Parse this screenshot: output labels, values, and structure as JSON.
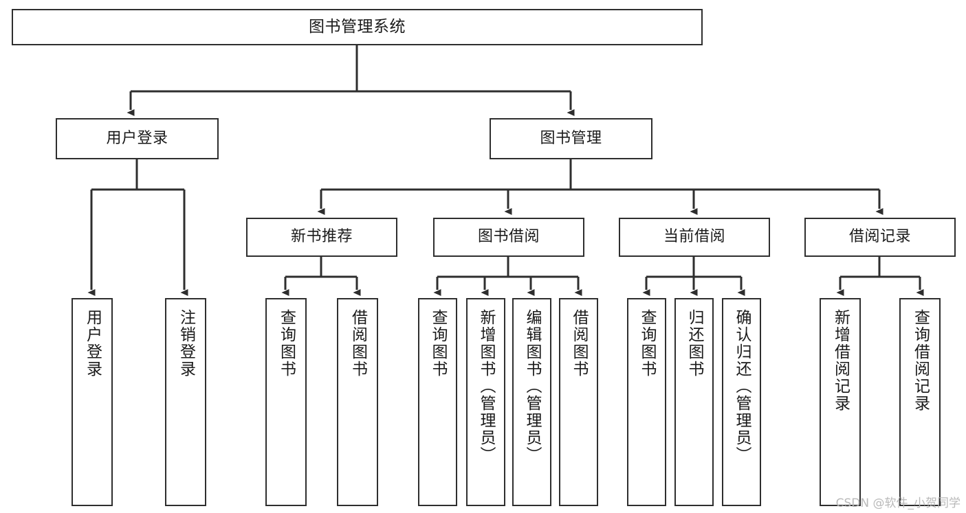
{
  "diagram": {
    "title": "图书管理系统",
    "type": "tree",
    "watermark": "CSDN @软件_小贺同学",
    "colors": {
      "background": "#ffffff",
      "node_fill": "#ffffff",
      "node_border": "#2e2e2e",
      "connector": "#2e2e2e",
      "text": "#1a1a1a",
      "watermark": "#b9b9b9"
    },
    "nodes": {
      "root": {
        "label": "图书管理系统"
      },
      "level1": [
        {
          "label": "用户登录"
        },
        {
          "label": "图书管理"
        }
      ],
      "level2": [
        {
          "label": "新书推荐"
        },
        {
          "label": "图书借阅"
        },
        {
          "label": "当前借阅"
        },
        {
          "label": "借阅记录"
        }
      ],
      "leaves": {
        "user_login": [
          {
            "label": "用户登录"
          },
          {
            "label": "注销登录"
          }
        ],
        "new_book_recommend": [
          {
            "label": "查询图书"
          },
          {
            "label": "借阅图书"
          }
        ],
        "book_borrow": [
          {
            "label": "查询图书"
          },
          {
            "label": "新增图书（管理员）"
          },
          {
            "label": "编辑图书（管理员）"
          },
          {
            "label": "借阅图书"
          }
        ],
        "current_borrow": [
          {
            "label": "查询图书"
          },
          {
            "label": "归还图书"
          },
          {
            "label": "确认归还（管理员）"
          }
        ],
        "borrow_record": [
          {
            "label": "新增借阅记录"
          },
          {
            "label": "查询借阅记录"
          }
        ]
      }
    }
  }
}
